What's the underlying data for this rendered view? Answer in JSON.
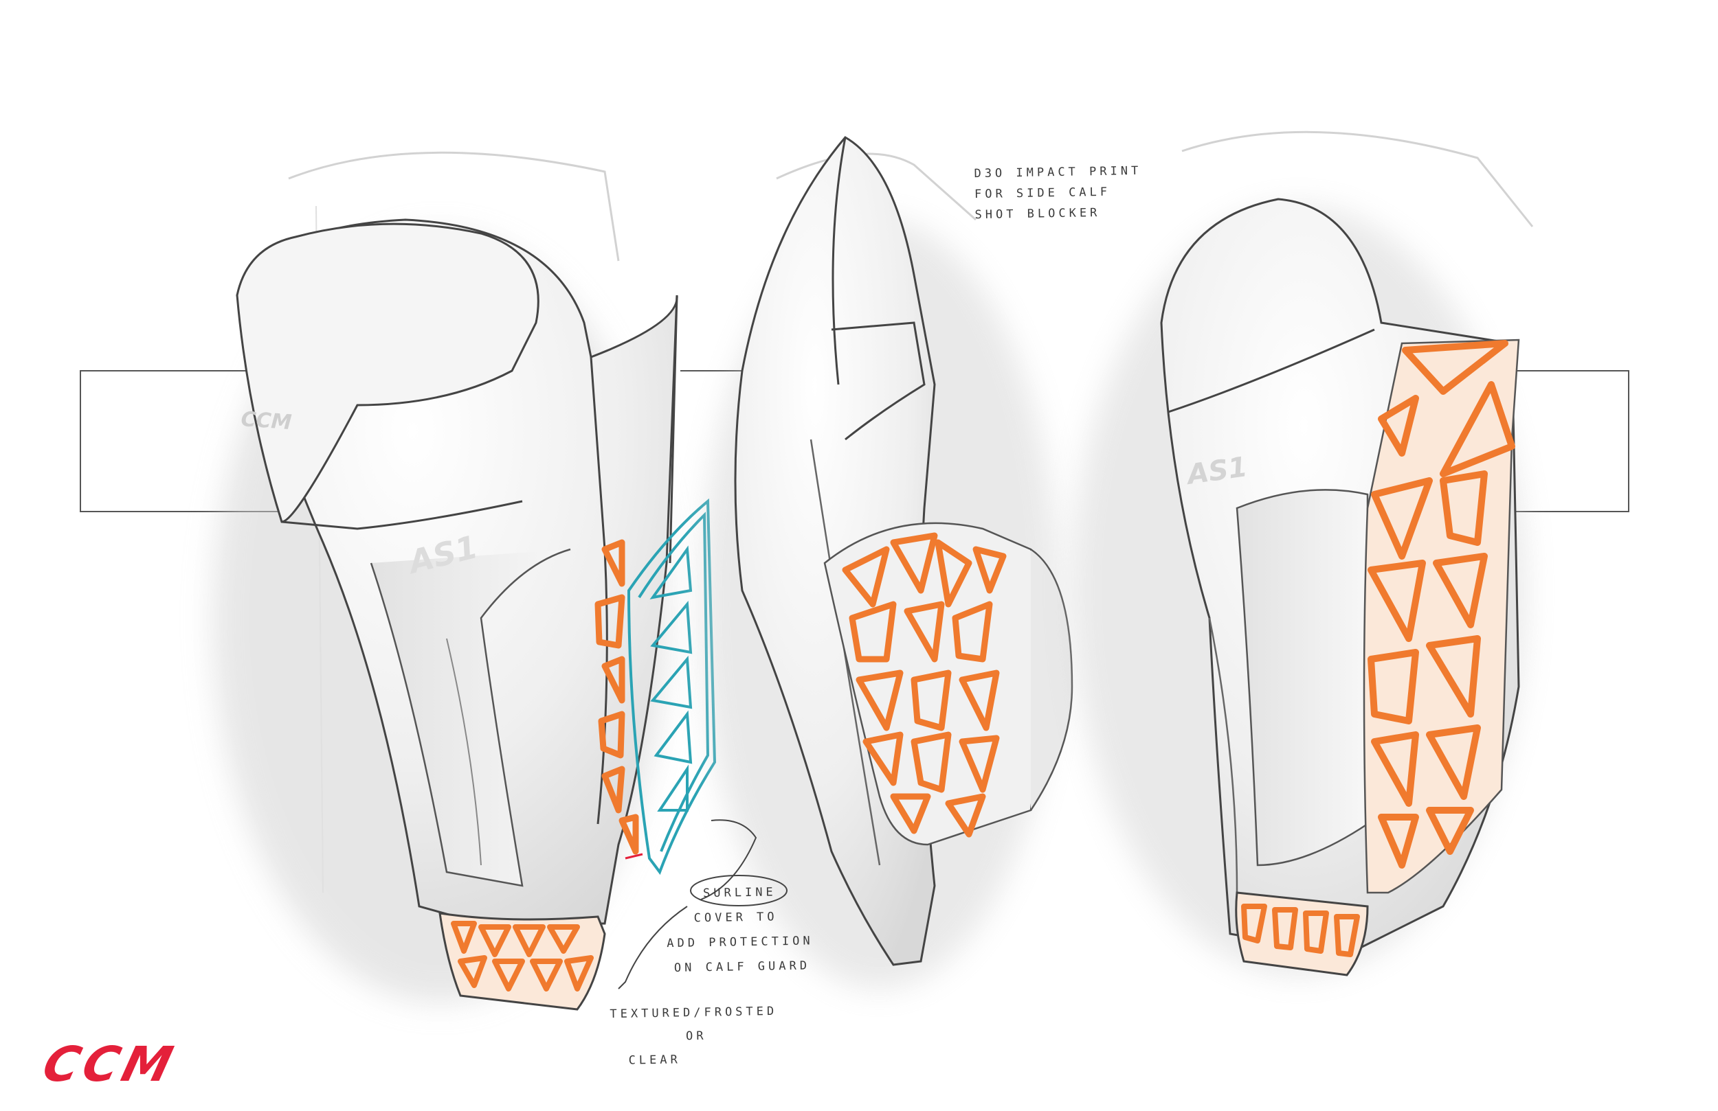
{
  "annotations": {
    "d3o_note": [
      "D3O IMPACT PRINT",
      "FOR SIDE CALF",
      "SHOT BLOCKER"
    ],
    "surline_note": [
      "SURLINE",
      "COVER TO",
      "ADD PROTECTION",
      "ON CALF GUARD"
    ],
    "finish_note": [
      "TEXTURED/FROSTED",
      "OR",
      "CLEAR"
    ]
  },
  "shell_marks": {
    "left_brand": "CCM",
    "left_model": "AS1",
    "right_model": "AS1"
  },
  "brand": {
    "logo_text": "CCM",
    "color": "#e4203a"
  },
  "colors": {
    "accent_orange": "#f07a2e",
    "teal_cover": "#2aa3b4",
    "sketch_line": "#444444"
  }
}
